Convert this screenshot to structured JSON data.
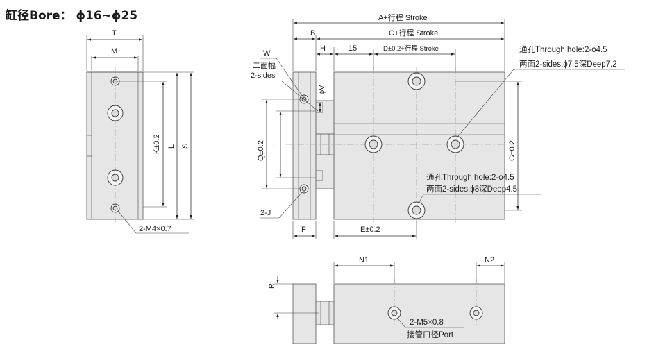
{
  "title": "缸径Bore：  ϕ16~ϕ25",
  "left_view": {
    "T": "T",
    "M": "M",
    "K": "K±0.2",
    "L": "L",
    "S": "S",
    "tap_note": "2-M4×0.7"
  },
  "main_view": {
    "A_stroke": "A+行程 Stroke",
    "C_stroke": "C+行程 Stroke",
    "B": "B",
    "W": "W",
    "H": "H",
    "fifteen": "15",
    "D_stroke": "D±0.2+行程 Stroke",
    "sides_label_1": "二面幅",
    "sides_label_2": "2-sides",
    "phiV": "ϕV",
    "Q": "Q±0.2",
    "I": "I",
    "G": "G±0.2",
    "J": "2-J",
    "F": "F",
    "E": "E±0.2",
    "through_hole_top_1": "通孔Through hole:2-ϕ4.5",
    "through_hole_top_2": "两面2-sides:ϕ7.5深Deep7.2",
    "through_hole_bot_1": "通孔Through hole:2-ϕ4.5",
    "through_hole_bot_2": "两面2-sides:ϕ8深Deep4.5"
  },
  "bottom_view": {
    "N1": "N1",
    "N2": "N2",
    "R": "R",
    "port_1": "2-M5×0.8",
    "port_2": "接管口径Port"
  }
}
